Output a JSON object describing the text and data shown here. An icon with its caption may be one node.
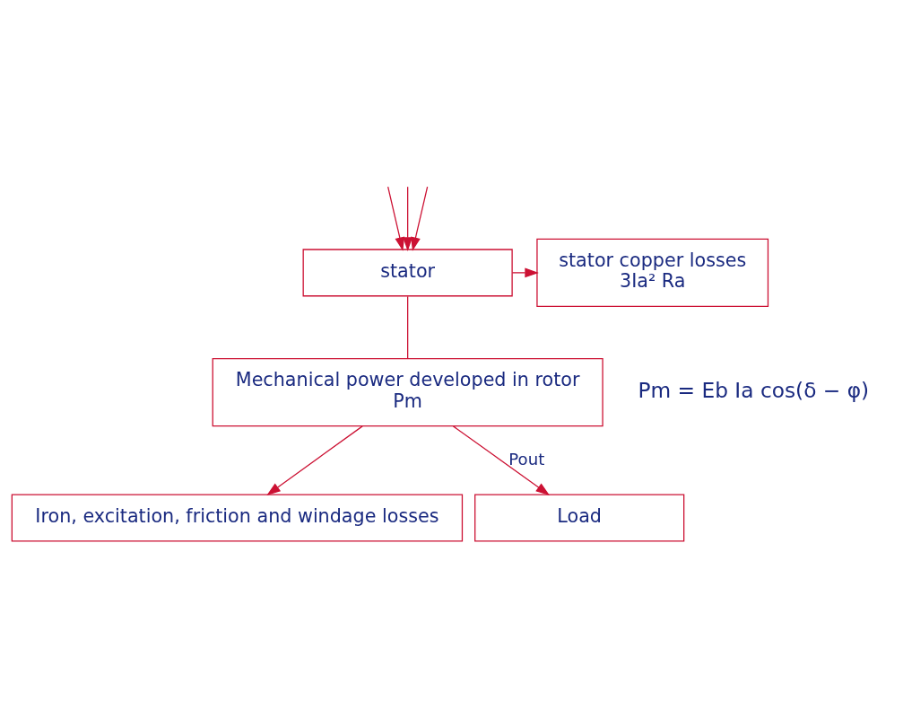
{
  "diagram": {
    "nodes": [
      {
        "text": [
          "stator"
        ]
      },
      {
        "text": [
          "stator copper losses",
          "3Ia² Ra"
        ]
      },
      {
        "text": [
          "Mechanical power developed in rotor",
          "Pm"
        ],
        "beside": [
          "Pm = Eb Ia cos(δ − φ)"
        ]
      },
      {
        "text": [
          "Iron, excitation, friction and windage losses"
        ]
      },
      {
        "text": [
          "Load"
        ]
      }
    ],
    "edges": [
      {
        "from": null,
        "to": 0,
        "arrow": "to"
      },
      {
        "from": null,
        "to": 0,
        "arrow": "to"
      },
      {
        "from": null,
        "to": 0,
        "arrow": "to"
      },
      {
        "from": 0,
        "to": 1,
        "arrow": "to"
      },
      {
        "from": 0,
        "to": 2,
        "arrow": "none"
      },
      {
        "from": 2,
        "to": 3,
        "arrow": "to"
      },
      {
        "from": 2,
        "to": 4,
        "arrow": "to",
        "label": "Pout"
      }
    ]
  }
}
